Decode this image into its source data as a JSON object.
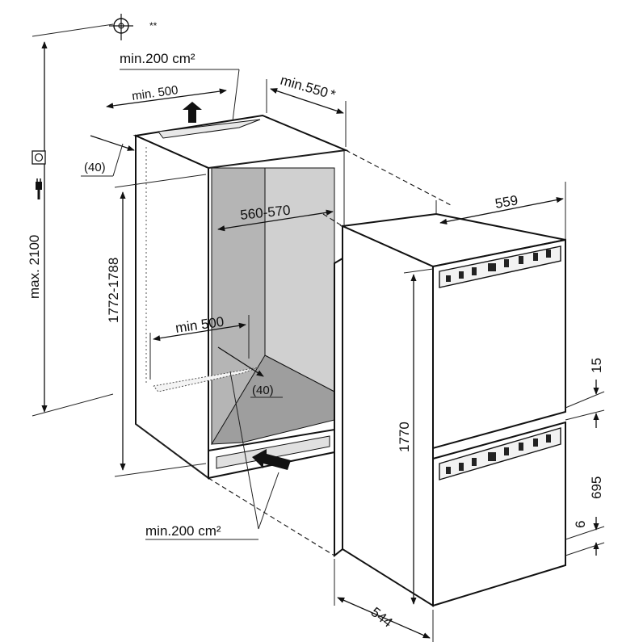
{
  "labels": {
    "max_height": "max. 2100",
    "niche_height": "1772-1788",
    "vent_top": "min.200 cm²",
    "top_depth": "min. 500",
    "niche_depth": "min.550",
    "niche_depth_note": "*",
    "setback_top": "(40)",
    "niche_width": "560-570",
    "floor_depth": "min 500",
    "setback_floor": "(40)",
    "vent_bottom": "min.200 cm²",
    "appliance_width": "559",
    "appliance_height": "1770",
    "appliance_depth": "544",
    "door_gap": "15",
    "lower_door_height": "695",
    "bottom_gap": "6",
    "fixing_note": "**"
  },
  "icons": [
    "crosshair-icon",
    "power-socket-icon",
    "airflow-arrow-icon"
  ]
}
